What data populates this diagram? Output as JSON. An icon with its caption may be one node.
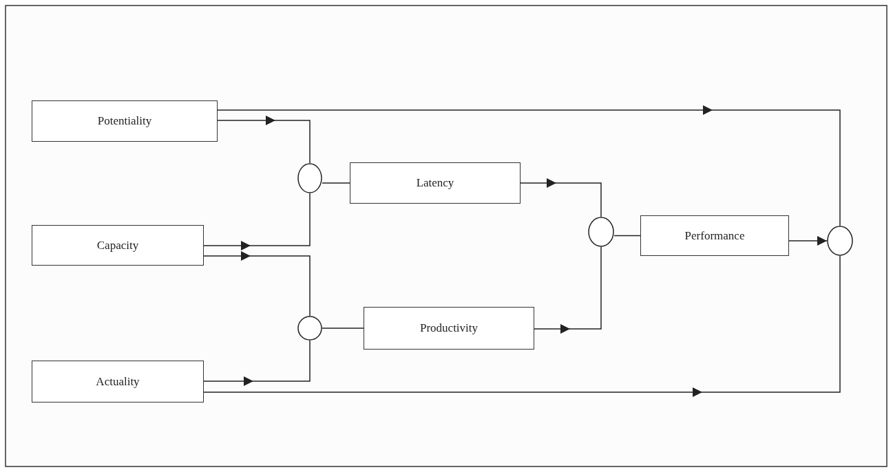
{
  "diagram": {
    "nodes": [
      {
        "text": [
          "Potentiality"
        ]
      },
      {
        "text": [
          "Capacity"
        ]
      },
      {
        "text": [
          "Actuality"
        ]
      },
      {
        "text": [
          "Latency"
        ]
      },
      {
        "text": [
          "Productivity"
        ]
      },
      {
        "text": [
          "Performance"
        ]
      },
      {
        "text": [],
        "shape": "circle"
      },
      {
        "text": [],
        "shape": "circle"
      },
      {
        "text": [],
        "shape": "circle"
      },
      {
        "text": [],
        "shape": "circle"
      }
    ],
    "edges": [
      {
        "from": 0,
        "to": 6,
        "arrow": "to"
      },
      {
        "from": 0,
        "to": 9,
        "arrow": "to"
      },
      {
        "from": 1,
        "to": 6,
        "arrow": "to"
      },
      {
        "from": 1,
        "to": 7,
        "arrow": "to"
      },
      {
        "from": 2,
        "to": 7,
        "arrow": "to"
      },
      {
        "from": 2,
        "to": 9,
        "arrow": "to"
      },
      {
        "from": 6,
        "to": 3,
        "arrow": "none"
      },
      {
        "from": 7,
        "to": 4,
        "arrow": "none"
      },
      {
        "from": 3,
        "to": 8,
        "arrow": "to"
      },
      {
        "from": 4,
        "to": 8,
        "arrow": "to"
      },
      {
        "from": 8,
        "to": 5,
        "arrow": "none"
      },
      {
        "from": 5,
        "to": 9,
        "arrow": "to"
      }
    ]
  }
}
